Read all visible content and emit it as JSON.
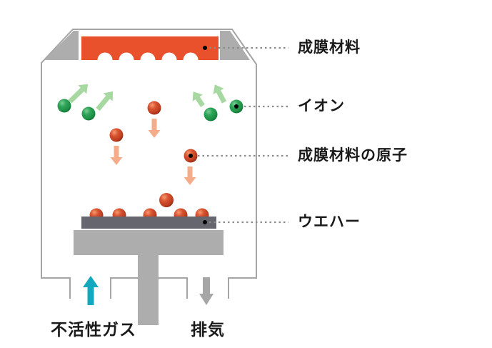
{
  "diagram": {
    "name": "sputtering-deposition-chamber",
    "callouts": {
      "target": {
        "label": "成膜材料",
        "icon": "target-material-block"
      },
      "ion": {
        "label": "イオン",
        "icon": "green-ion-ball"
      },
      "atom": {
        "label": "成膜材料の原子",
        "icon": "red-atom-ball"
      },
      "wafer": {
        "label": "ウエハー",
        "icon": "wafer-plate"
      }
    },
    "flows": {
      "inert_gas": {
        "label": "不活性ガス",
        "direction": "up"
      },
      "exhaust": {
        "label": "排気",
        "direction": "down"
      }
    },
    "counts": {
      "ions": 4,
      "falling_atoms": 3,
      "deposited_atoms": 5,
      "target_scallops": 5
    }
  },
  "colors": {
    "target_material": "#e8512b",
    "atom_ball": "#c6432a",
    "ion_ball": "#27a24f",
    "ion_arrow": "#a8d8a1",
    "atom_arrow": "#f5ac8b",
    "inert_gas_arrow": "#13a8be",
    "exhaust_arrow": "#a6a6a6",
    "chamber_line": "#a5a5a5",
    "chamber_metal": "#adadad",
    "wafer": "#66666e",
    "leader_line": "#8c8c8c",
    "text": "#1a1a1a"
  }
}
